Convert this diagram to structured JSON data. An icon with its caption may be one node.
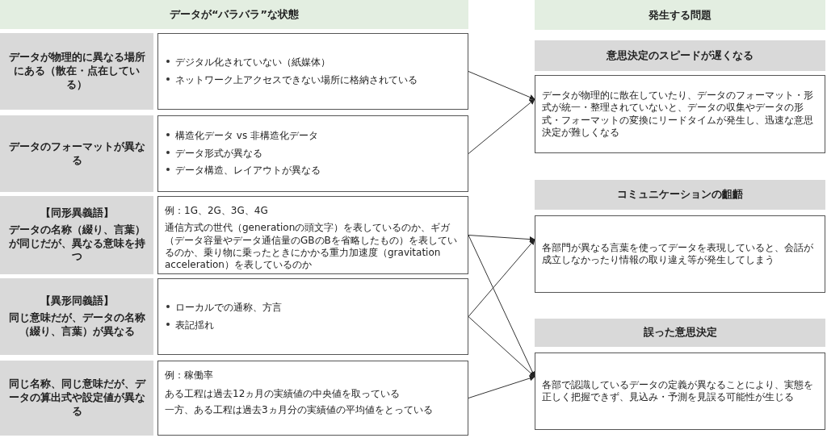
{
  "diagram": {
    "nodes": [
      {
        "text": [
          "データが“バラバラ”な状態"
        ]
      },
      {
        "text": [
          "データが物理的に異なる場所にある（散在・点在している）"
        ]
      },
      {
        "text": [
          "デジタル化されていない（紙媒体）",
          "ネットワーク上アクセスできない場所に格納されている"
        ]
      },
      {
        "text": [
          "データのフォーマットが異なる"
        ]
      },
      {
        "text": [
          "構造化データ vs 非構造化データ",
          "データ形式が異なる",
          "データ構造、レイアウトが異なる"
        ]
      },
      {
        "text": [
          "【同形異義語】",
          "データの名称（綴り、言葉）が同じだが、異なる意味を持つ"
        ]
      },
      {
        "text": [
          "例：1G、2G、3G、4G",
          "通信方式の世代（generationの頭文字）を表しているのか、ギガ（データ容量やデータ通信量のGBのBを省略したもの）を表しているのか、乗り物に乗ったときにかかる重力加速度（gravitation acceleration）を表しているのか"
        ]
      },
      {
        "text": [
          "【異形同義語】",
          "同じ意味だが、データの名称（綴り、言葉）が異なる"
        ]
      },
      {
        "text": [
          "ローカルでの通称、方言",
          "表記揺れ"
        ]
      },
      {
        "text": [
          "同じ名称、同じ意味だが、データの算出式や設定値が異なる"
        ]
      },
      {
        "text": [
          "例：稼働率",
          "ある工程は過去12ヵ月の実績値の中央値を取っている",
          "一方、ある工程は過去3ヵ月分の実績値の平均値をとっている"
        ]
      },
      {
        "text": [
          "発生する問題"
        ]
      },
      {
        "text": [
          "意思決定のスピードが遅くなる"
        ]
      },
      {
        "text": [
          "データが物理的に散在していたり、データのフォーマット・形式が統一・整理されていないと、データの収集やデータの形式・フォーマットの変換にリードタイムが発生し、迅速な意思決定が難しくなる"
        ]
      },
      {
        "text": [
          "コミュニケーションの齟齬"
        ]
      },
      {
        "text": [
          "各部門が異なる言葉を使ってデータを表現していると、会話が成立しなかったり情報の取り違え等が発生してしまう"
        ]
      },
      {
        "text": [
          "誤った意思決定"
        ]
      },
      {
        "text": [
          "各部で認識しているデータの定義が異なることにより、実態を正しく把握できず、見込み・予測を見誤る可能性が生じる"
        ]
      }
    ],
    "edges": [
      {
        "from": 2,
        "to": 13,
        "arrow": "to"
      },
      {
        "from": 4,
        "to": 13,
        "arrow": "to"
      },
      {
        "from": 6,
        "to": 15,
        "arrow": "to"
      },
      {
        "from": 6,
        "to": 17,
        "arrow": "to"
      },
      {
        "from": 8,
        "to": 15,
        "arrow": "to"
      },
      {
        "from": 8,
        "to": 17,
        "arrow": "to"
      },
      {
        "from": 10,
        "to": 17,
        "arrow": "to"
      }
    ]
  }
}
